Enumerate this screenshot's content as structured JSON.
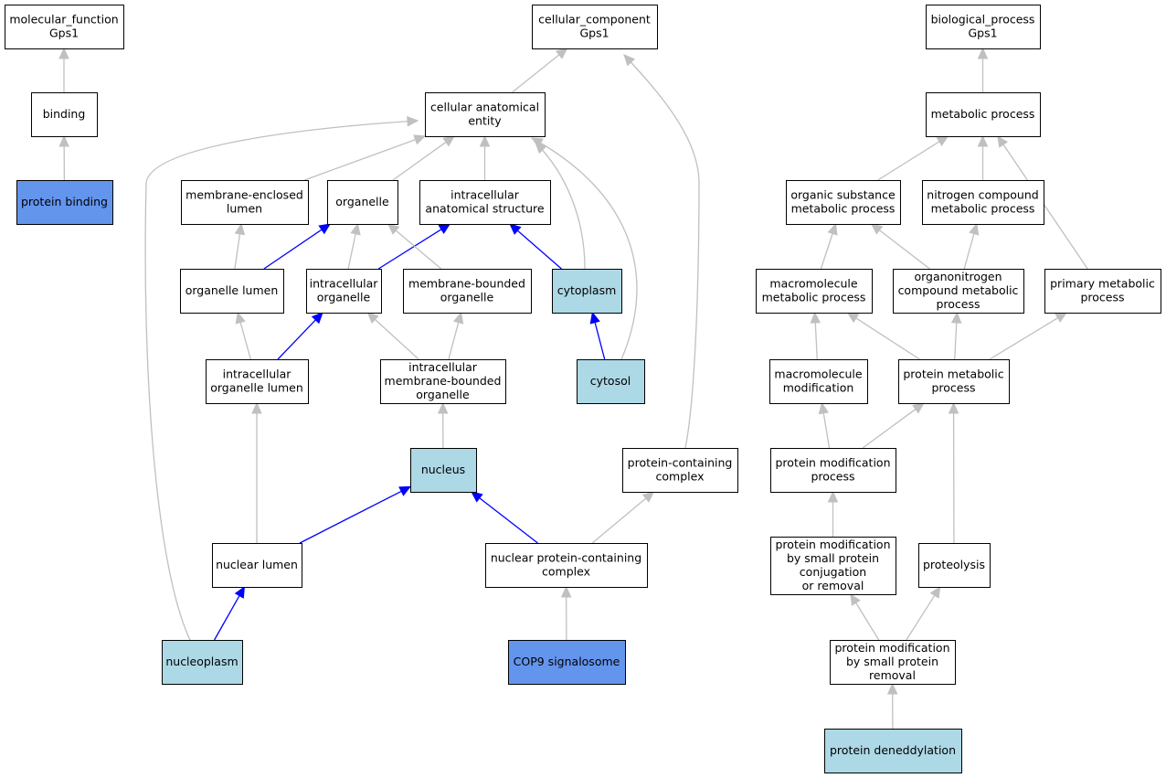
{
  "colors": {
    "default_fill": "#ffffff",
    "light_blue": "#add8e6",
    "cornflower": "#6495ed",
    "edge_gray": "#c0c0c0",
    "edge_blue": "#0000ff",
    "stroke": "#000000"
  },
  "nodes": [
    {
      "id": "mf_root",
      "lines": [
        "molecular_function",
        "Gps1"
      ],
      "fill": "white"
    },
    {
      "id": "binding",
      "lines": [
        "binding"
      ],
      "fill": "white"
    },
    {
      "id": "protein_binding",
      "lines": [
        "protein binding"
      ],
      "fill": "cornflower"
    },
    {
      "id": "cc_root",
      "lines": [
        "cellular_component",
        "Gps1"
      ],
      "fill": "white"
    },
    {
      "id": "cae",
      "lines": [
        "cellular anatomical",
        "entity"
      ],
      "fill": "white"
    },
    {
      "id": "mel",
      "lines": [
        "membrane-enclosed",
        "lumen"
      ],
      "fill": "white"
    },
    {
      "id": "organelle",
      "lines": [
        "organelle"
      ],
      "fill": "white"
    },
    {
      "id": "ias",
      "lines": [
        "intracellular",
        "anatomical structure"
      ],
      "fill": "white"
    },
    {
      "id": "org_lumen",
      "lines": [
        "organelle lumen"
      ],
      "fill": "white"
    },
    {
      "id": "intra_org",
      "lines": [
        "intracellular",
        "organelle"
      ],
      "fill": "white"
    },
    {
      "id": "mbo",
      "lines": [
        "membrane-bounded",
        "organelle"
      ],
      "fill": "white"
    },
    {
      "id": "cytoplasm",
      "lines": [
        "cytoplasm"
      ],
      "fill": "lightblue"
    },
    {
      "id": "iol",
      "lines": [
        "intracellular",
        "organelle lumen"
      ],
      "fill": "white"
    },
    {
      "id": "imbo",
      "lines": [
        "intracellular",
        "membrane-bounded",
        "organelle"
      ],
      "fill": "white"
    },
    {
      "id": "cytosol",
      "lines": [
        "cytosol"
      ],
      "fill": "lightblue"
    },
    {
      "id": "nucleus",
      "lines": [
        "nucleus"
      ],
      "fill": "lightblue"
    },
    {
      "id": "pcc",
      "lines": [
        "protein-containing",
        "complex"
      ],
      "fill": "white"
    },
    {
      "id": "nuc_lumen",
      "lines": [
        "nuclear lumen"
      ],
      "fill": "white"
    },
    {
      "id": "npcc",
      "lines": [
        "nuclear protein-containing",
        "complex"
      ],
      "fill": "white"
    },
    {
      "id": "nucleoplasm",
      "lines": [
        "nucleoplasm"
      ],
      "fill": "lightblue"
    },
    {
      "id": "cop9",
      "lines": [
        "COP9 signalosome"
      ],
      "fill": "cornflower"
    },
    {
      "id": "bp_root",
      "lines": [
        "biological_process",
        "Gps1"
      ],
      "fill": "white"
    },
    {
      "id": "metab",
      "lines": [
        "metabolic process"
      ],
      "fill": "white"
    },
    {
      "id": "osmp",
      "lines": [
        "organic substance",
        "metabolic process"
      ],
      "fill": "white"
    },
    {
      "id": "ncmp",
      "lines": [
        "nitrogen compound",
        "metabolic process"
      ],
      "fill": "white"
    },
    {
      "id": "mmp",
      "lines": [
        "macromolecule",
        "metabolic process"
      ],
      "fill": "white"
    },
    {
      "id": "oncmp",
      "lines": [
        "organonitrogen",
        "compound metabolic",
        "process"
      ],
      "fill": "white"
    },
    {
      "id": "pmp",
      "lines": [
        "primary metabolic",
        "process"
      ],
      "fill": "white"
    },
    {
      "id": "mm",
      "lines": [
        "macromolecule",
        "modification"
      ],
      "fill": "white"
    },
    {
      "id": "protmp",
      "lines": [
        "protein metabolic",
        "process"
      ],
      "fill": "white"
    },
    {
      "id": "pmodp",
      "lines": [
        "protein modification",
        "process"
      ],
      "fill": "white"
    },
    {
      "id": "pmsp",
      "lines": [
        "protein modification",
        "by small protein",
        "conjugation",
        "or removal"
      ],
      "fill": "white"
    },
    {
      "id": "proteolysis",
      "lines": [
        "proteolysis"
      ],
      "fill": "white"
    },
    {
      "id": "pmspr",
      "lines": [
        "protein modification",
        "by small protein",
        "removal"
      ],
      "fill": "white"
    },
    {
      "id": "deneddylation",
      "lines": [
        "protein deneddylation"
      ],
      "fill": "lightblue"
    }
  ],
  "edges": [
    {
      "from": "binding",
      "to": "mf_root",
      "color": "gray"
    },
    {
      "from": "protein_binding",
      "to": "binding",
      "color": "gray"
    },
    {
      "from": "cae",
      "to": "cc_root",
      "color": "gray"
    },
    {
      "from": "pcc",
      "to": "cc_root",
      "color": "gray"
    },
    {
      "from": "mel",
      "to": "cae",
      "color": "gray"
    },
    {
      "from": "organelle",
      "to": "cae",
      "color": "gray"
    },
    {
      "from": "ias",
      "to": "cae",
      "color": "gray"
    },
    {
      "from": "cytoplasm",
      "to": "cae",
      "color": "gray"
    },
    {
      "from": "cytosol",
      "to": "cae",
      "color": "gray"
    },
    {
      "from": "nucleoplasm",
      "to": "cae",
      "color": "gray"
    },
    {
      "from": "org_lumen",
      "to": "mel",
      "color": "gray"
    },
    {
      "from": "org_lumen",
      "to": "organelle",
      "color": "blue"
    },
    {
      "from": "intra_org",
      "to": "organelle",
      "color": "gray"
    },
    {
      "from": "intra_org",
      "to": "ias",
      "color": "blue"
    },
    {
      "from": "mbo",
      "to": "organelle",
      "color": "gray"
    },
    {
      "from": "cytoplasm",
      "to": "ias",
      "color": "blue"
    },
    {
      "from": "iol",
      "to": "org_lumen",
      "color": "gray"
    },
    {
      "from": "iol",
      "to": "intra_org",
      "color": "blue"
    },
    {
      "from": "imbo",
      "to": "intra_org",
      "color": "gray"
    },
    {
      "from": "imbo",
      "to": "mbo",
      "color": "gray"
    },
    {
      "from": "cytosol",
      "to": "cytoplasm",
      "color": "blue"
    },
    {
      "from": "nucleus",
      "to": "imbo",
      "color": "gray"
    },
    {
      "from": "nuc_lumen",
      "to": "iol",
      "color": "gray"
    },
    {
      "from": "nuc_lumen",
      "to": "nucleus",
      "color": "blue"
    },
    {
      "from": "npcc",
      "to": "nucleus",
      "color": "blue"
    },
    {
      "from": "npcc",
      "to": "pcc",
      "color": "gray"
    },
    {
      "from": "nucleoplasm",
      "to": "nuc_lumen",
      "color": "blue"
    },
    {
      "from": "cop9",
      "to": "npcc",
      "color": "gray"
    },
    {
      "from": "metab",
      "to": "bp_root",
      "color": "gray"
    },
    {
      "from": "osmp",
      "to": "metab",
      "color": "gray"
    },
    {
      "from": "ncmp",
      "to": "metab",
      "color": "gray"
    },
    {
      "from": "pmp",
      "to": "metab",
      "color": "gray"
    },
    {
      "from": "mmp",
      "to": "osmp",
      "color": "gray"
    },
    {
      "from": "oncmp",
      "to": "osmp",
      "color": "gray"
    },
    {
      "from": "oncmp",
      "to": "ncmp",
      "color": "gray"
    },
    {
      "from": "mm",
      "to": "mmp",
      "color": "gray"
    },
    {
      "from": "protmp",
      "to": "mmp",
      "color": "gray"
    },
    {
      "from": "protmp",
      "to": "oncmp",
      "color": "gray"
    },
    {
      "from": "protmp",
      "to": "pmp",
      "color": "gray"
    },
    {
      "from": "pmodp",
      "to": "mm",
      "color": "gray"
    },
    {
      "from": "pmodp",
      "to": "protmp",
      "color": "gray"
    },
    {
      "from": "proteolysis",
      "to": "protmp",
      "color": "gray"
    },
    {
      "from": "pmsp",
      "to": "pmodp",
      "color": "gray"
    },
    {
      "from": "pmspr",
      "to": "pmsp",
      "color": "gray"
    },
    {
      "from": "pmspr",
      "to": "proteolysis",
      "color": "gray"
    },
    {
      "from": "deneddylation",
      "to": "pmspr",
      "color": "gray"
    }
  ]
}
